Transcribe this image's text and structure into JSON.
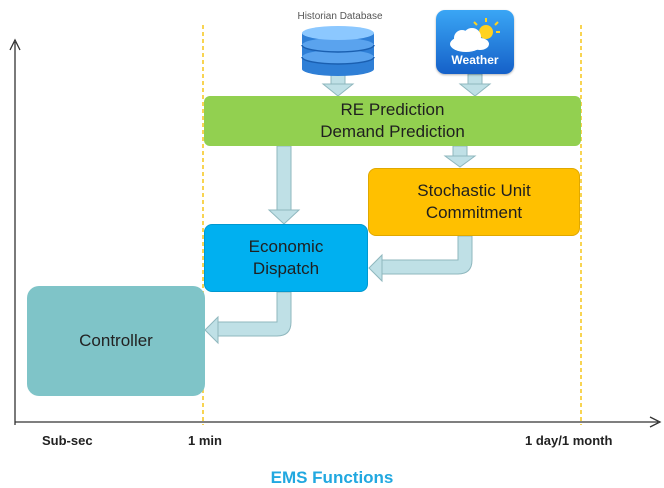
{
  "sources": {
    "database_label": "Historian Database",
    "weather_label": "Weather"
  },
  "boxes": {
    "prediction": {
      "line1": "RE Prediction",
      "line2": "Demand Prediction"
    },
    "stochastic": {
      "line1": "Stochastic Unit",
      "line2": "Commitment"
    },
    "dispatch": {
      "line1": "Economic",
      "line2": "Dispatch"
    },
    "controller": {
      "label": "Controller"
    }
  },
  "timeline": {
    "ticks": [
      "Sub-sec",
      "1 min",
      "1 day/1 month"
    ]
  },
  "caption": "EMS Functions",
  "colors": {
    "prediction": "#92d050",
    "stochastic": "#ffc000",
    "dispatch": "#00b0f0",
    "controller": "#7fc4c8",
    "arrow": "#bfe0e6",
    "caption": "#21a8e0",
    "guide": "#f5c518"
  },
  "icons": [
    "database-icon",
    "weather-icon",
    "sun-icon",
    "cloud-icon"
  ]
}
